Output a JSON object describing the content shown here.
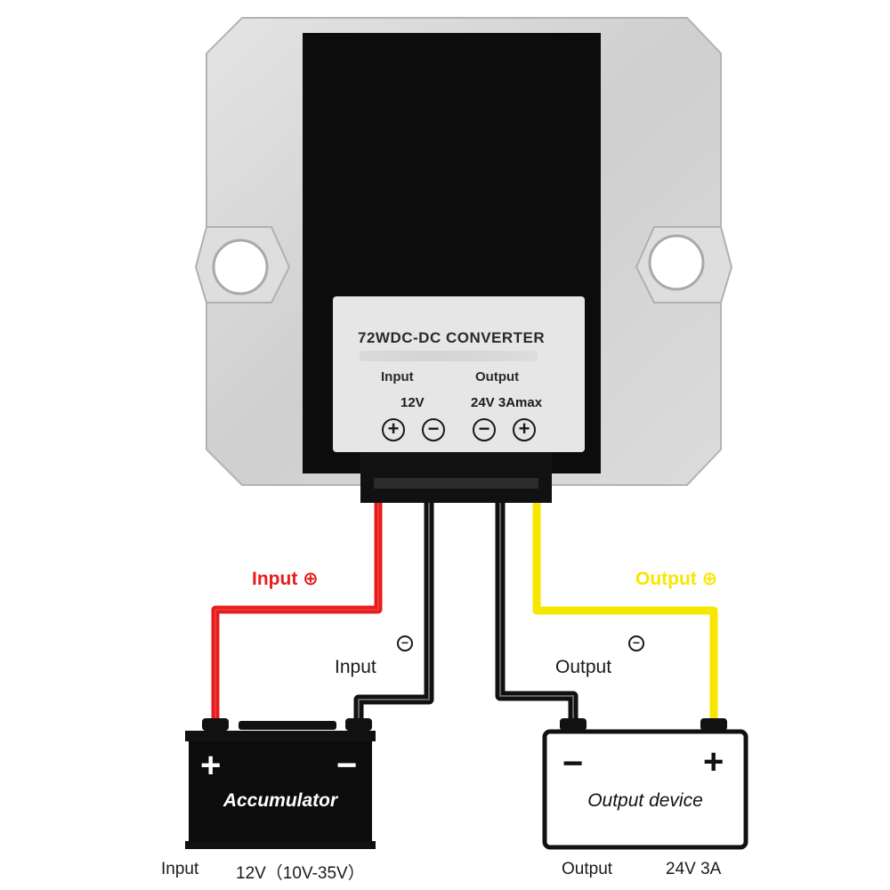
{
  "converter": {
    "title": "72WDC-DC CONVERTER",
    "input_heading": "Input",
    "output_heading": "Output",
    "input_voltage": "12V",
    "output_spec": "24V 3Amax",
    "terminals": [
      "⊕",
      "⊖",
      "⊖",
      "⊕"
    ]
  },
  "wires": {
    "input_positive": "Input ⊕",
    "input_negative": "Input",
    "output_negative": "Output",
    "output_positive": "Output ⊕",
    "minus_symbol": "⊖"
  },
  "accumulator": {
    "name": "Accumulator",
    "plus": "+",
    "minus": "−"
  },
  "output_device": {
    "name": "Output device",
    "minus": "−",
    "plus": "+"
  },
  "captions": {
    "input_label": "Input",
    "input_value": "12V（10V-35V）",
    "output_label": "Output",
    "output_value": "24V 3A"
  },
  "colors": {
    "positive_in": "#e81c1c",
    "positive_out": "#f7e600",
    "negative": "#111111",
    "housing": "#d6d6d6",
    "body": "#0c0c0c"
  }
}
